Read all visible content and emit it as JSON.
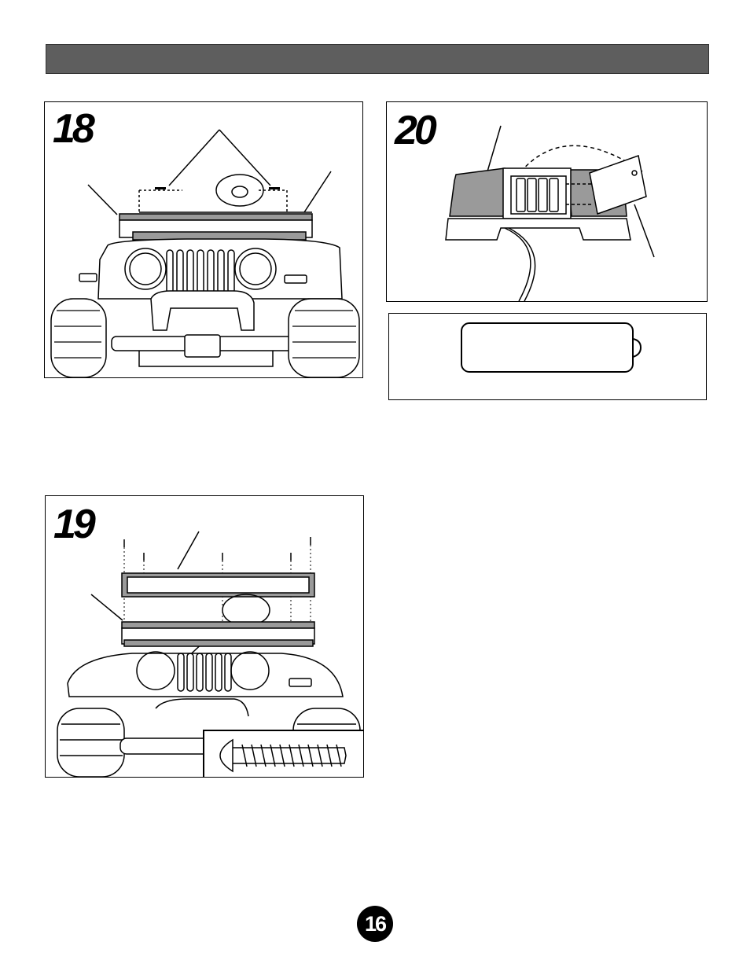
{
  "steps": [
    {
      "number": "18"
    },
    {
      "number": "19"
    },
    {
      "number": "20"
    }
  ],
  "page_number": "16",
  "colors": {
    "header_bar": "#5e5e5e",
    "part_gray": "#9a9a9a",
    "dark_gray": "#6b6b6b",
    "line": "#000000"
  }
}
